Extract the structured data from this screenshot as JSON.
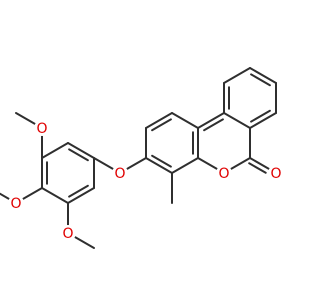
{
  "colors": {
    "bond": "#2f2f2f",
    "oxygen": "#e00000",
    "background": "#ffffff"
  },
  "molecule": {
    "atoms": [
      {
        "id": "O_ring",
        "symbol": "O"
      },
      {
        "id": "O_carbonyl",
        "symbol": "O"
      },
      {
        "id": "O_ether",
        "symbol": "O"
      },
      {
        "id": "O_meo_top",
        "symbol": "O"
      },
      {
        "id": "O_meo_mid",
        "symbol": "O"
      },
      {
        "id": "O_meo_bot",
        "symbol": "O"
      }
    ]
  }
}
